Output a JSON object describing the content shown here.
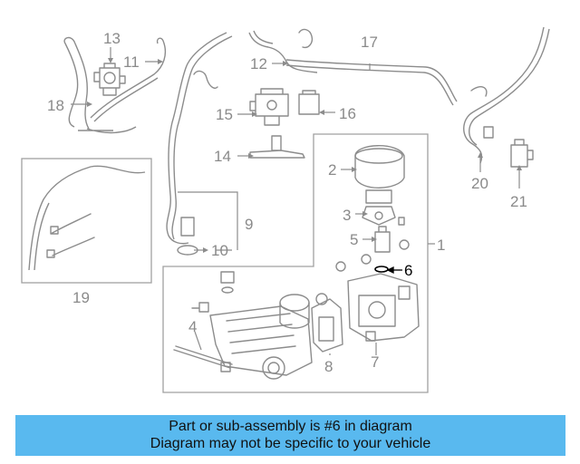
{
  "diagram": {
    "callouts": {
      "c1": "1",
      "c2": "2",
      "c3": "3",
      "c4": "4",
      "c5": "5",
      "c6": "6",
      "c7": "7",
      "c8": "8",
      "c9": "9",
      "c10": "10",
      "c11": "11",
      "c12": "12",
      "c13": "13",
      "c14": "14",
      "c15": "15",
      "c16": "16",
      "c17": "17",
      "c18": "18",
      "c19": "19",
      "c20": "20",
      "c21": "21"
    },
    "highlighted_callout": "6"
  },
  "banner": {
    "line1": "Part or sub-assembly is #6 in diagram",
    "line2": "Diagram may not be specific to your vehicle",
    "background_color": "#59b9ef"
  }
}
